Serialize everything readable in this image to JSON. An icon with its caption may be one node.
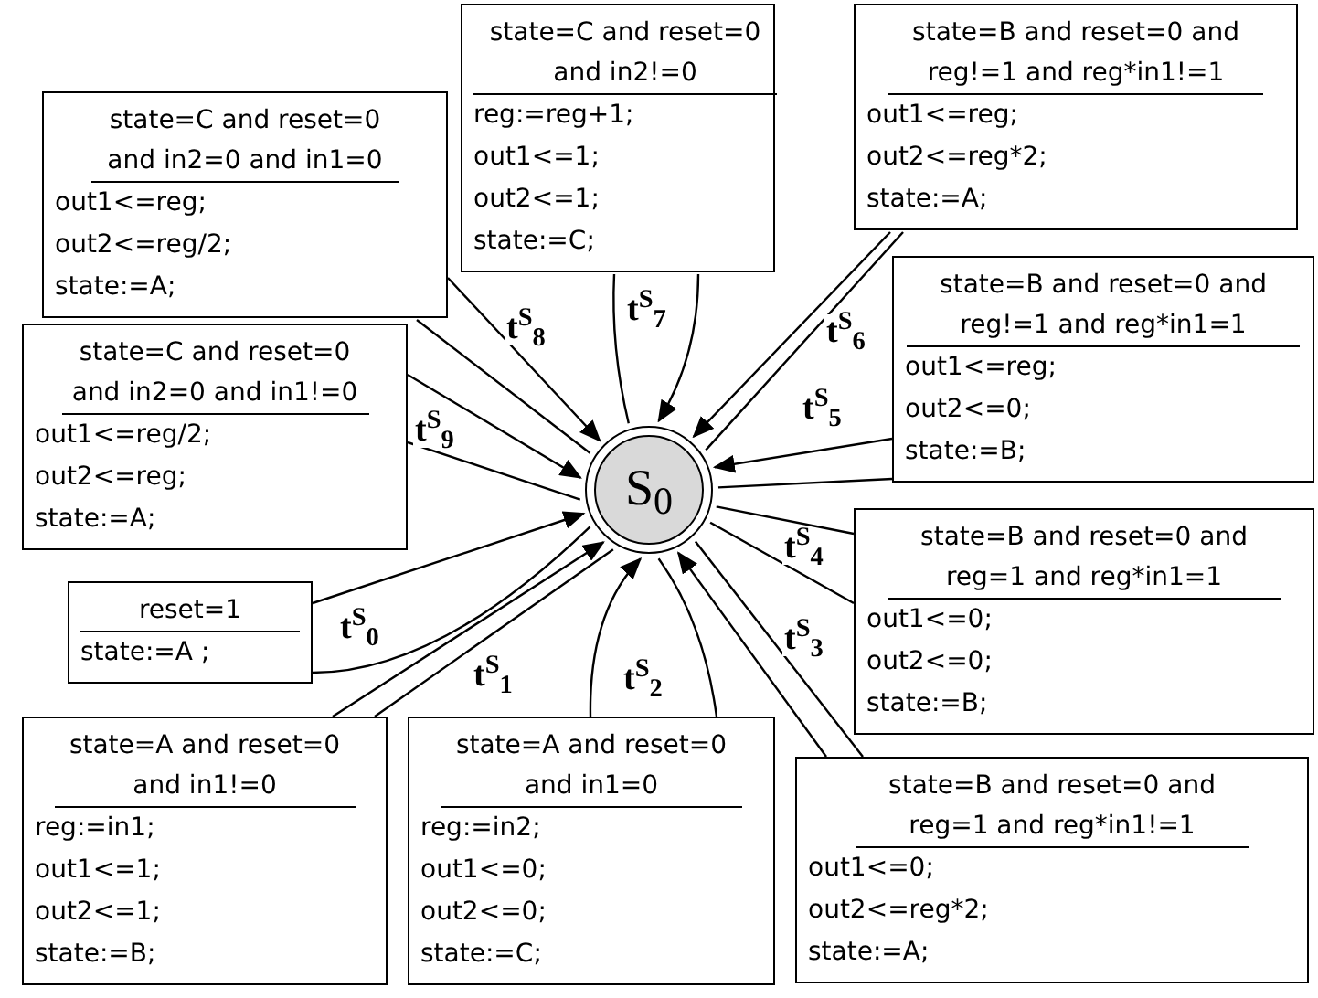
{
  "diagram": {
    "nodes": [
      {
        "text": [
          "S$_{0}$"
        ]
      },
      {
        "text": [
          "reset=1",
          "state:=A ;"
        ]
      },
      {
        "text": [
          "state=A and reset=0 and in1!=0",
          "reg:=in1;",
          "out1<=1;",
          "out2<=1;",
          "state:=B;"
        ]
      },
      {
        "text": [
          "state=A and reset=0 and in1=0",
          "reg:=in2;",
          "out1<=0;",
          "out2<=0;",
          "state:=C;"
        ]
      },
      {
        "text": [
          "state=B and reset=0 and reg=1 and reg*in1!=1",
          "out1<=0;",
          "out2<=reg*2;",
          "state:=A;"
        ]
      },
      {
        "text": [
          "state=B and reset=0 and reg=1 and reg*in1=1",
          "out1<=0;",
          "out2<=0;",
          "state:=B;"
        ]
      },
      {
        "text": [
          "state=B and reset=0 and reg!=1 and reg*in1=1",
          "out1<=reg;",
          "out2<=0;",
          "state:=B;"
        ]
      },
      {
        "text": [
          "state=B and reset=0 and reg!=1 and reg*in1!=1",
          "out1<=reg;",
          "out2<=reg*2;",
          "state:=A;"
        ]
      },
      {
        "text": [
          "state=C and reset=0 and in2!=0",
          "reg:=reg+1;",
          "out1<=1;",
          "out2<=1;",
          "state:=C;"
        ]
      },
      {
        "text": [
          "state=C and reset=0 and in2=0 and in1=0",
          "out1<=reg;",
          "out2<=reg/2;",
          "state:=A;"
        ]
      },
      {
        "text": [
          "state=C and reset=0 and in2=0 and in1!=0",
          "out1<=reg/2;",
          "out2<=reg;",
          "state:=A;"
        ]
      }
    ],
    "edges": [
      {
        "from": 1,
        "to": 0,
        "arrow": "to",
        "label": "t$^{S}$$_{0}$"
      },
      {
        "from": 0,
        "to": 1,
        "arrow": "none"
      },
      {
        "from": 2,
        "to": 0,
        "arrow": "to",
        "label": "t$^{S}$$_{1}$"
      },
      {
        "from": 0,
        "to": 2,
        "arrow": "none"
      },
      {
        "from": 3,
        "to": 0,
        "arrow": "to",
        "label": "t$^{S}$$_{2}$"
      },
      {
        "from": 0,
        "to": 3,
        "arrow": "none"
      },
      {
        "from": 4,
        "to": 0,
        "arrow": "to",
        "label": "t$^{S}$$_{3}$"
      },
      {
        "from": 0,
        "to": 4,
        "arrow": "none"
      },
      {
        "from": 5,
        "to": 0,
        "arrow": "none",
        "label": "t$^{S}$$_{4}$"
      },
      {
        "from": 0,
        "to": 5,
        "arrow": "none"
      },
      {
        "from": 6,
        "to": 0,
        "arrow": "to",
        "label": "t$^{S}$$_{5}$"
      },
      {
        "from": 0,
        "to": 6,
        "arrow": "none"
      },
      {
        "from": 7,
        "to": 0,
        "arrow": "to",
        "label": "t$^{S}$$_{6}$"
      },
      {
        "from": 0,
        "to": 7,
        "arrow": "none"
      },
      {
        "from": 8,
        "to": 0,
        "arrow": "to",
        "label": "t$^{S}$$_{7}$"
      },
      {
        "from": 0,
        "to": 8,
        "arrow": "none"
      },
      {
        "from": 9,
        "to": 0,
        "arrow": "to",
        "label": "t$^{S}$$_{8}$"
      },
      {
        "from": 0,
        "to": 9,
        "arrow": "none"
      },
      {
        "from": 10,
        "to": 0,
        "arrow": "to",
        "label": "t$^{S}$$_{9}$"
      },
      {
        "from": 0,
        "to": 10,
        "arrow": "none"
      }
    ]
  }
}
